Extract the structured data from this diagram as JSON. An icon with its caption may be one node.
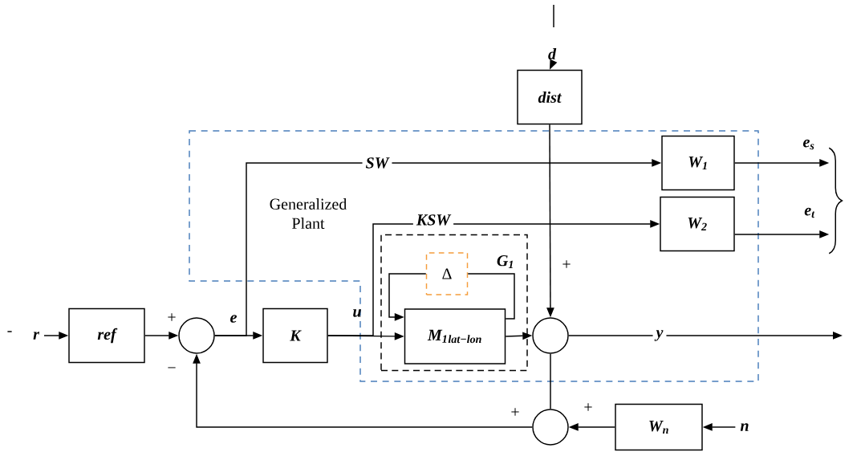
{
  "diagram": {
    "nodes": [
      {
        "text": [
          "r"
        ]
      },
      {
        "text": [
          "ref"
        ]
      },
      {
        "text": [],
        "shape": "circle"
      },
      {
        "text": [
          "K"
        ]
      },
      {
        "text": [
          "Generalized Plant"
        ]
      },
      {
        "text": [
          "G$_{1}$"
        ],
        "in": 4
      },
      {
        "text": [
          "Δ"
        ],
        "in": 5
      },
      {
        "text": [
          "M$_{1}$$_{lat−lon}$"
        ],
        "in": 5
      },
      {
        "text": [],
        "shape": "circle",
        "in": 4
      },
      {
        "text": [
          "dist"
        ]
      },
      {
        "text": [
          "d"
        ]
      },
      {
        "text": [
          "W$_{1}$"
        ],
        "in": 4
      },
      {
        "text": [
          "W$_{2}$"
        ],
        "in": 4
      },
      {
        "text": [],
        "shape": "circle"
      },
      {
        "text": [
          "W$_{n}$"
        ]
      },
      {
        "text": [
          "n"
        ]
      },
      {
        "text": [],
        "shape": "brace"
      }
    ],
    "edges": [
      {
        "from": 0,
        "to": 1,
        "arrow": "to"
      },
      {
        "from": 1,
        "to": 2,
        "arrow": "to"
      },
      {
        "from": 2,
        "to": 3,
        "arrow": "to",
        "label": "e"
      },
      {
        "from": 3,
        "to": 7,
        "arrow": "to",
        "label": "u"
      },
      {
        "from": 2,
        "to": 11,
        "arrow": "to",
        "label": "SW"
      },
      {
        "from": 3,
        "to": 12,
        "arrow": "to",
        "label": "KSW"
      },
      {
        "from": 7,
        "to": 8,
        "arrow": "to"
      },
      {
        "from": 6,
        "to": 7,
        "arrow": "to"
      },
      {
        "from": 7,
        "to": 6,
        "arrow": "none"
      },
      {
        "from": 10,
        "to": 9,
        "arrow": "to"
      },
      {
        "from": 9,
        "to": 8,
        "arrow": "to"
      },
      {
        "from": 8,
        "to": null,
        "arrow": "to",
        "label": "y"
      },
      {
        "from": 11,
        "to": 16,
        "arrow": "to",
        "label": "e$_{s}$"
      },
      {
        "from": 12,
        "to": 16,
        "arrow": "to",
        "label": "e$_{t}$"
      },
      {
        "from": 15,
        "to": 14,
        "arrow": "to"
      },
      {
        "from": 14,
        "to": 13,
        "arrow": "to"
      },
      {
        "from": 8,
        "to": 13,
        "arrow": "none"
      },
      {
        "from": 13,
        "to": 2,
        "arrow": "to"
      }
    ],
    "labels": [
      "+",
      "+",
      "-",
      "−",
      "+",
      "+"
    ]
  }
}
